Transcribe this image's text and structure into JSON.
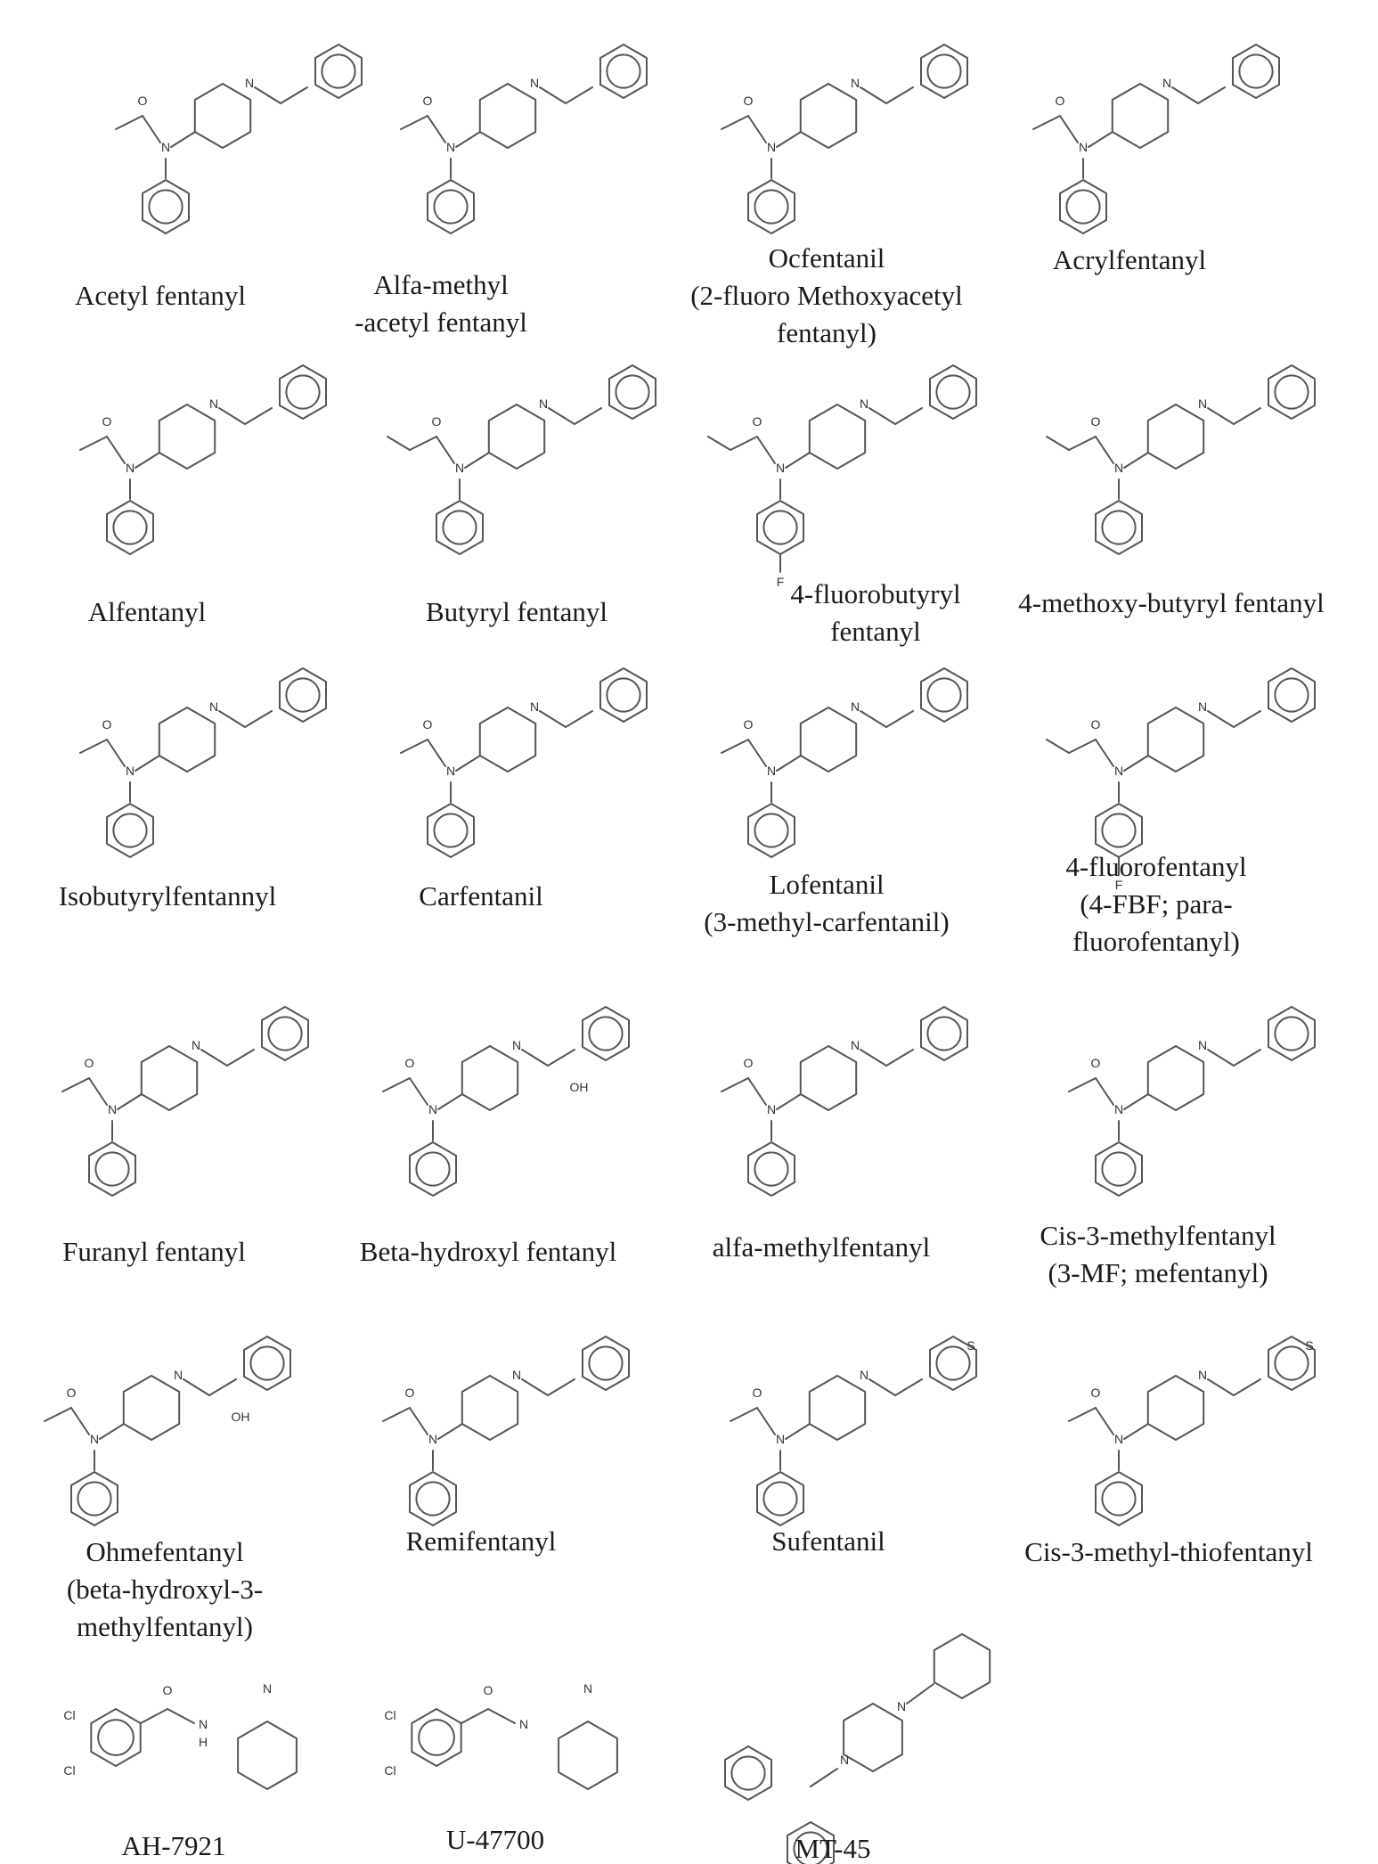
{
  "compounds": [
    {
      "lines": [
        "Acetyl fentanyl"
      ]
    },
    {
      "lines": [
        "Alfa-methyl",
        "-acetyl fentanyl"
      ]
    },
    {
      "lines": [
        "Ocfentanil",
        "(2-fluoro Methoxyacetyl",
        "fentanyl)"
      ]
    },
    {
      "lines": [
        "Acrylfentanyl"
      ]
    },
    {
      "lines": [
        "Alfentanyl"
      ]
    },
    {
      "lines": [
        "Butyryl fentanyl"
      ]
    },
    {
      "lines": [
        "4-fluorobutyryl",
        "fentanyl"
      ]
    },
    {
      "lines": [
        "4-methoxy-butyryl fentanyl"
      ]
    },
    {
      "lines": [
        "Isobutyrylfentannyl"
      ]
    },
    {
      "lines": [
        "Carfentanil"
      ]
    },
    {
      "lines": [
        "Lofentanil",
        "(3-methyl-carfentanil)"
      ]
    },
    {
      "lines": [
        "4-fluorofentanyl",
        "(4-FBF; para-",
        "fluorofentanyl)"
      ]
    },
    {
      "lines": [
        "Furanyl fentanyl"
      ]
    },
    {
      "lines": [
        "Beta-hydroxyl fentanyl"
      ]
    },
    {
      "lines": [
        "alfa-methylfentanyl"
      ]
    },
    {
      "lines": [
        "Cis-3-methylfentanyl",
        "(3-MF; mefentanyl)"
      ]
    },
    {
      "lines": [
        "Ohmefentanyl",
        "(beta-hydroxyl-3-",
        "methylfentanyl)"
      ]
    },
    {
      "lines": [
        "Remifentanyl"
      ]
    },
    {
      "lines": [
        "Sufentanil"
      ]
    },
    {
      "lines": [
        "Cis-3-methyl-thiofentanyl"
      ]
    },
    {
      "lines": [
        "AH-7921"
      ]
    },
    {
      "lines": [
        "U-47700"
      ]
    },
    {
      "lines": [
        "MT-45"
      ]
    }
  ],
  "atoms": {
    "N": "N",
    "O": "O",
    "F": "F",
    "OH": "OH",
    "S": "S",
    "Cl": "Cl",
    "H": "H"
  }
}
